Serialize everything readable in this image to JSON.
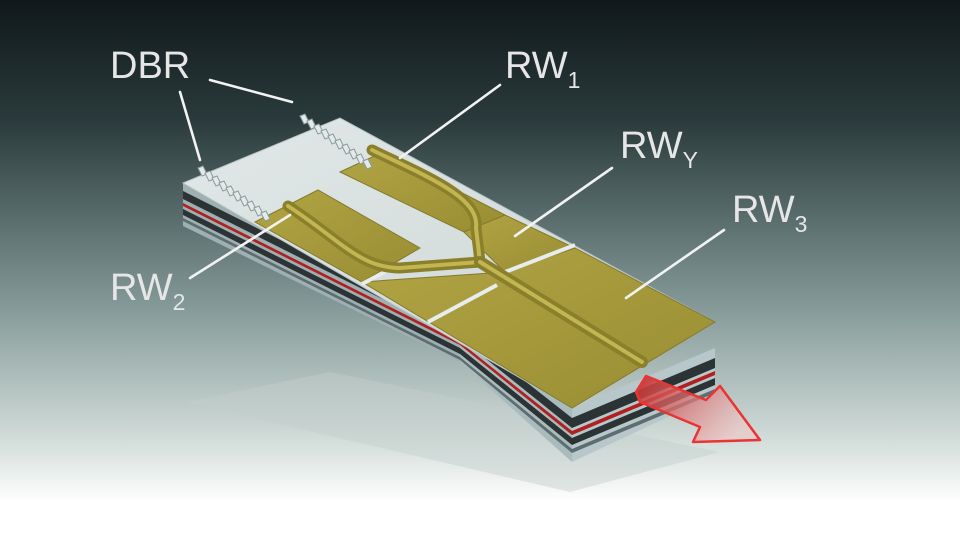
{
  "labels": {
    "dbr": "DBR",
    "rw1": {
      "base": "RW",
      "sub": "1"
    },
    "rw2": {
      "base": "RW",
      "sub": "2"
    },
    "rwy": {
      "base": "RW",
      "sub": "Y"
    },
    "rw3": {
      "base": "RW",
      "sub": "3"
    }
  },
  "colors": {
    "background_top": "#10181a",
    "background_bottom": "#ffffff",
    "substrate_top": "#d8e0e0",
    "metal_contact": "#a59838",
    "active_layer": "#b02020",
    "output_beam": "#f04848",
    "label_text": "#e6e6e6"
  }
}
